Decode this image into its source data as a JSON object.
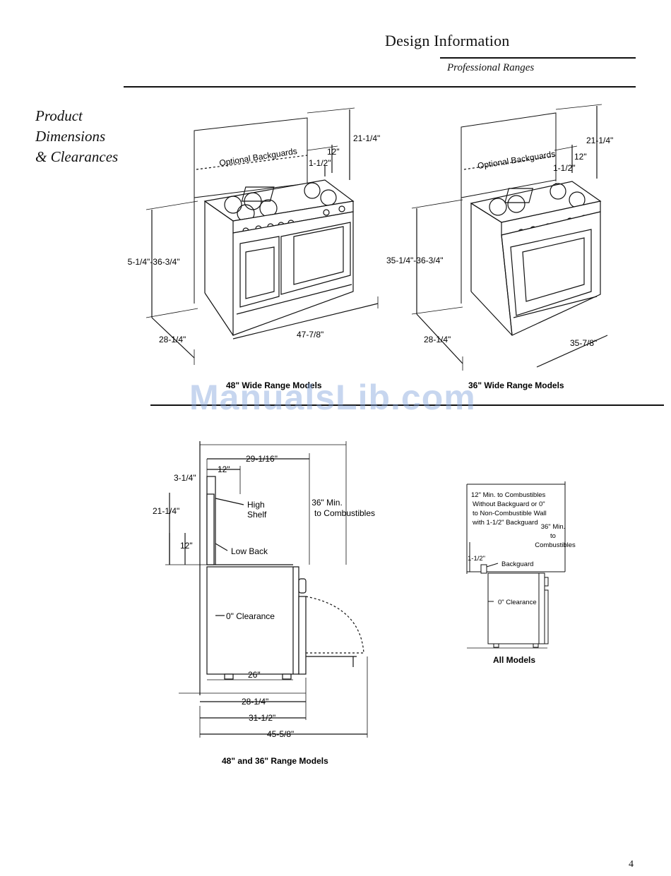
{
  "header": {
    "title": "Design Information",
    "subtitle": "Professional Ranges"
  },
  "section": {
    "title_lines": [
      "Product",
      "Dimensions",
      "& Clearances"
    ]
  },
  "fig48": {
    "backguard": "Optional Backguards",
    "dim_a": "21-1/4\"",
    "dim_b": "12\"",
    "dim_c": "1-1/2\"",
    "height": "35-1/4\"-36-3/4\"",
    "depth": "28-1/4\"",
    "width": "47-7/8\"",
    "caption": "48\" Wide Range Models"
  },
  "fig36": {
    "backguard": "Optional Backguards",
    "dim_a": "21-1/4\"",
    "dim_b": "12\"",
    "dim_c": "1-1/2\"",
    "height": "35-1/4\"-36-3/4\"",
    "depth": "28-1/4\"",
    "width": "35-7/8\"",
    "caption": "36\" Wide Range Models"
  },
  "side": {
    "d_top": "29-1/16\"",
    "d_12": "12\"",
    "d_314": "3-1/4\"",
    "d_2114": "21-1/4\"",
    "d_12b": "12\"",
    "high_shelf_1": "High",
    "high_shelf_2": "Shelf",
    "low_back": "Low Back",
    "min36_1": "36\" Min.",
    "min36_2": "to Combustibles",
    "zero": "0\" Clearance",
    "d_26": "26\"",
    "d_2814": "28-1/4\"",
    "d_3112": "31-1/2\"",
    "d_4558": "45-5/8\"",
    "caption": "48\" and 36\" Range Models"
  },
  "small": {
    "note_lines": [
      "12\" Min. to Combustibles",
      "Without Backguard or 0\"",
      "to Non-Combustible Wall",
      "with 1-1/2\" Backguard"
    ],
    "min36_lines": [
      "36\" Min.",
      "to",
      "Combustibles"
    ],
    "d_112": "1-1/2\"",
    "backguard": "Backguard",
    "zero": "0\" Clearance",
    "caption": "All Models"
  },
  "watermark": "ManualsLib.com",
  "page_number": "4"
}
